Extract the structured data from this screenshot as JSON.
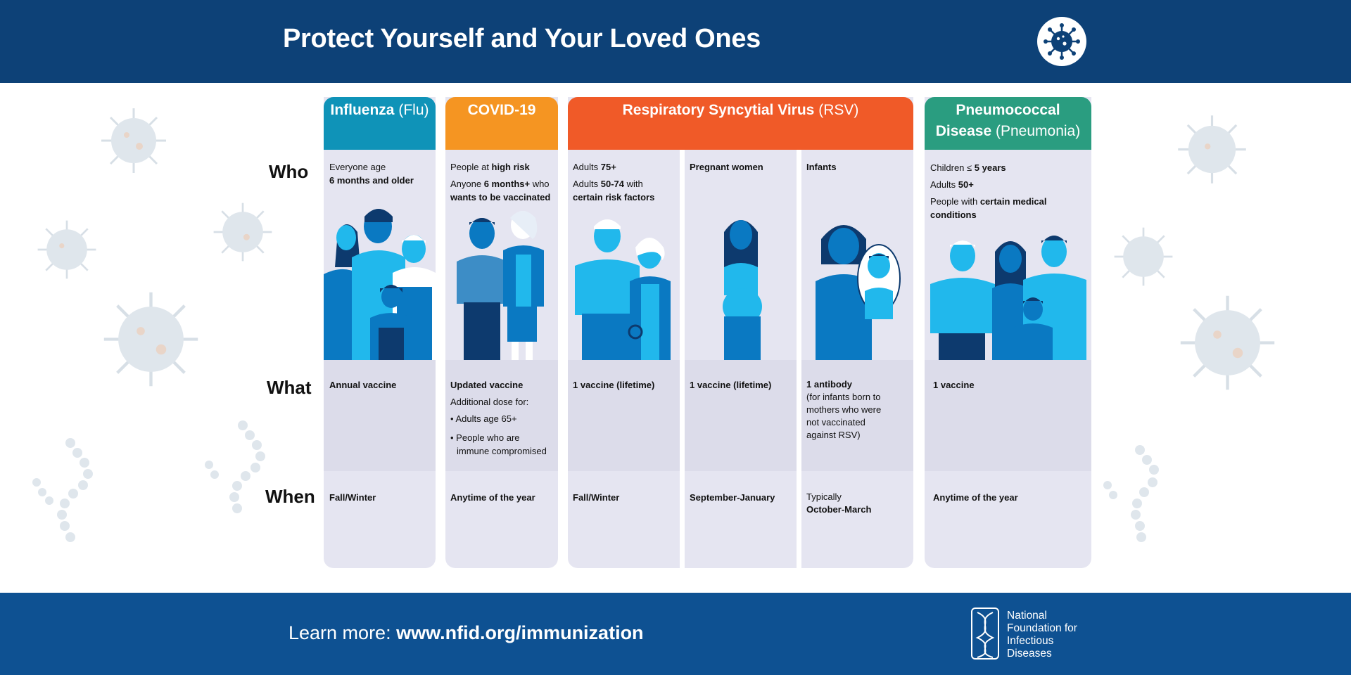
{
  "header": {
    "title": "Protect Yourself and Your Loved Ones"
  },
  "row_labels": {
    "who": "Who",
    "what": "What",
    "when": "When"
  },
  "columns": {
    "flu": {
      "title": "Influenza",
      "title_light": "(Flu)",
      "color": "#0f93b8",
      "who": {
        "line1": "Everyone age",
        "line2": "6 months and older"
      },
      "what": "Annual vaccine",
      "when": "Fall/Winter"
    },
    "covid": {
      "title": "COVID-19",
      "color": "#f59522",
      "who": {
        "line1_pre": "People at ",
        "line1_bold": "high risk",
        "line2_pre": "Anyone ",
        "line2_bold": "6 months+",
        "line2_post": " who",
        "line3": "wants to be vaccinated"
      },
      "what": "Updated vaccine",
      "what_extra": "Additional dose for:",
      "what_bullet1": "• Adults age 65+",
      "what_bullet2_a": "• People who are",
      "what_bullet2_b": "immune compromised",
      "when": "Anytime of the year"
    },
    "rsv": {
      "title": "Respiratory Syncytial Virus",
      "title_light": "(RSV)",
      "color": "#f05a28",
      "sub": {
        "adults": {
          "who_line1_pre": "Adults ",
          "who_line1_bold": "75+",
          "who_line2_pre": "Adults ",
          "who_line2_bold": "50-74",
          "who_line2_post": " with",
          "who_line3": "certain risk factors",
          "what": "1 vaccine (lifetime)",
          "when": "Fall/Winter"
        },
        "pregnant": {
          "who": "Pregnant women",
          "what": "1 vaccine (lifetime)",
          "when": "September-January"
        },
        "infants": {
          "who": "Infants",
          "what": "1 antibody",
          "what_detail": [
            "(for infants born to",
            "mothers who were",
            "not vaccinated",
            "against RSV)"
          ],
          "when_line1": "Typically",
          "when_line2": "October-March"
        }
      }
    },
    "pneumo": {
      "title_line1": "Pneumococcal",
      "title_line2": "Disease",
      "title_light": "(Pneumonia)",
      "color": "#2a9d80",
      "who": {
        "line1_pre": "Children ≤ ",
        "line1_bold": "5 years",
        "line2_pre": "Adults ",
        "line2_bold": "50+",
        "line3_pre": "People with ",
        "line3_bold": "certain medical",
        "line4": "conditions"
      },
      "what": "1 vaccine",
      "when": "Anytime of the year"
    }
  },
  "footer": {
    "learn_label": "Learn more: ",
    "learn_url": "www.nfid.org/immunization",
    "org_lines": [
      "National",
      "Foundation for",
      "Infectious",
      "Diseases"
    ]
  },
  "colors": {
    "header_bg": "#0d4177",
    "footer_bg": "#0e5192",
    "column_bg": "#e5e5f1",
    "figure_blue": "#0a79c2",
    "figure_light": "#21b8ec"
  }
}
